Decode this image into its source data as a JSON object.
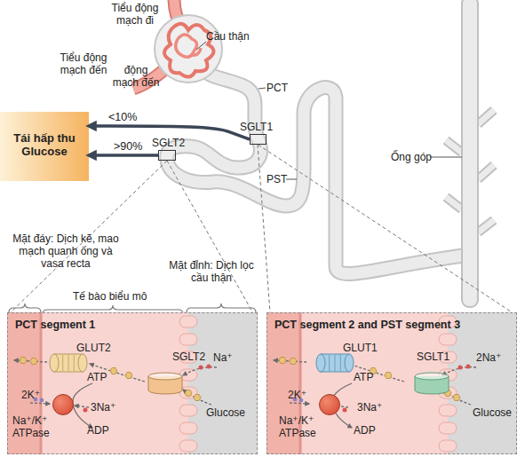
{
  "diagram": {
    "nodes": [
      {
        "text": [
          "Tái hấp thu Glucose"
        ]
      },
      {
        "text": [
          "SGLT1"
        ]
      },
      {
        "text": [
          "SGLT2"
        ]
      },
      {
        "text": [
          "PCT segment 1"
        ]
      },
      {
        "text": [
          "GLUT2"
        ],
        "in": 3
      },
      {
        "text": [
          "SGLT2"
        ],
        "in": 3
      },
      {
        "text": [
          "Na⁺/K⁺ ATPase"
        ],
        "in": 3
      },
      {
        "text": [
          "PCT segment 2 and PST segment 3"
        ]
      },
      {
        "text": [
          "GLUT1"
        ],
        "in": 7
      },
      {
        "text": [
          "SGLT1"
        ],
        "in": 7
      },
      {
        "text": [
          "Na⁺/K⁺ ATPase"
        ],
        "in": 7
      }
    ],
    "edges": [
      {
        "from": 1,
        "to": 0,
        "arrow": "to",
        "label": "<10%"
      },
      {
        "from": 2,
        "to": 0,
        "arrow": "to",
        "label": ">90%"
      },
      {
        "from": 2,
        "to": 3,
        "arrow": "none"
      },
      {
        "from": 1,
        "to": 7,
        "arrow": "none"
      }
    ],
    "labels": [
      "Tiểu động mạch đi",
      "Cầu thận",
      "Tiểu động mạch đến",
      "động mạch đến",
      "PCT",
      "PST",
      "Ống góp",
      "Mặt đáy: Dịch kẽ, mao mạch quanh ống và vasa recta",
      "Tế bào biểu mô",
      "Mặt đỉnh: Dịch lọc cầu thận",
      "Na⁺",
      "ATP",
      "2K⁺",
      "3Na⁺",
      "Glucose",
      "ADP",
      "2Na⁺",
      "ATP",
      "2K⁺",
      "3Na⁺",
      "Glucose",
      "ADP"
    ]
  }
}
